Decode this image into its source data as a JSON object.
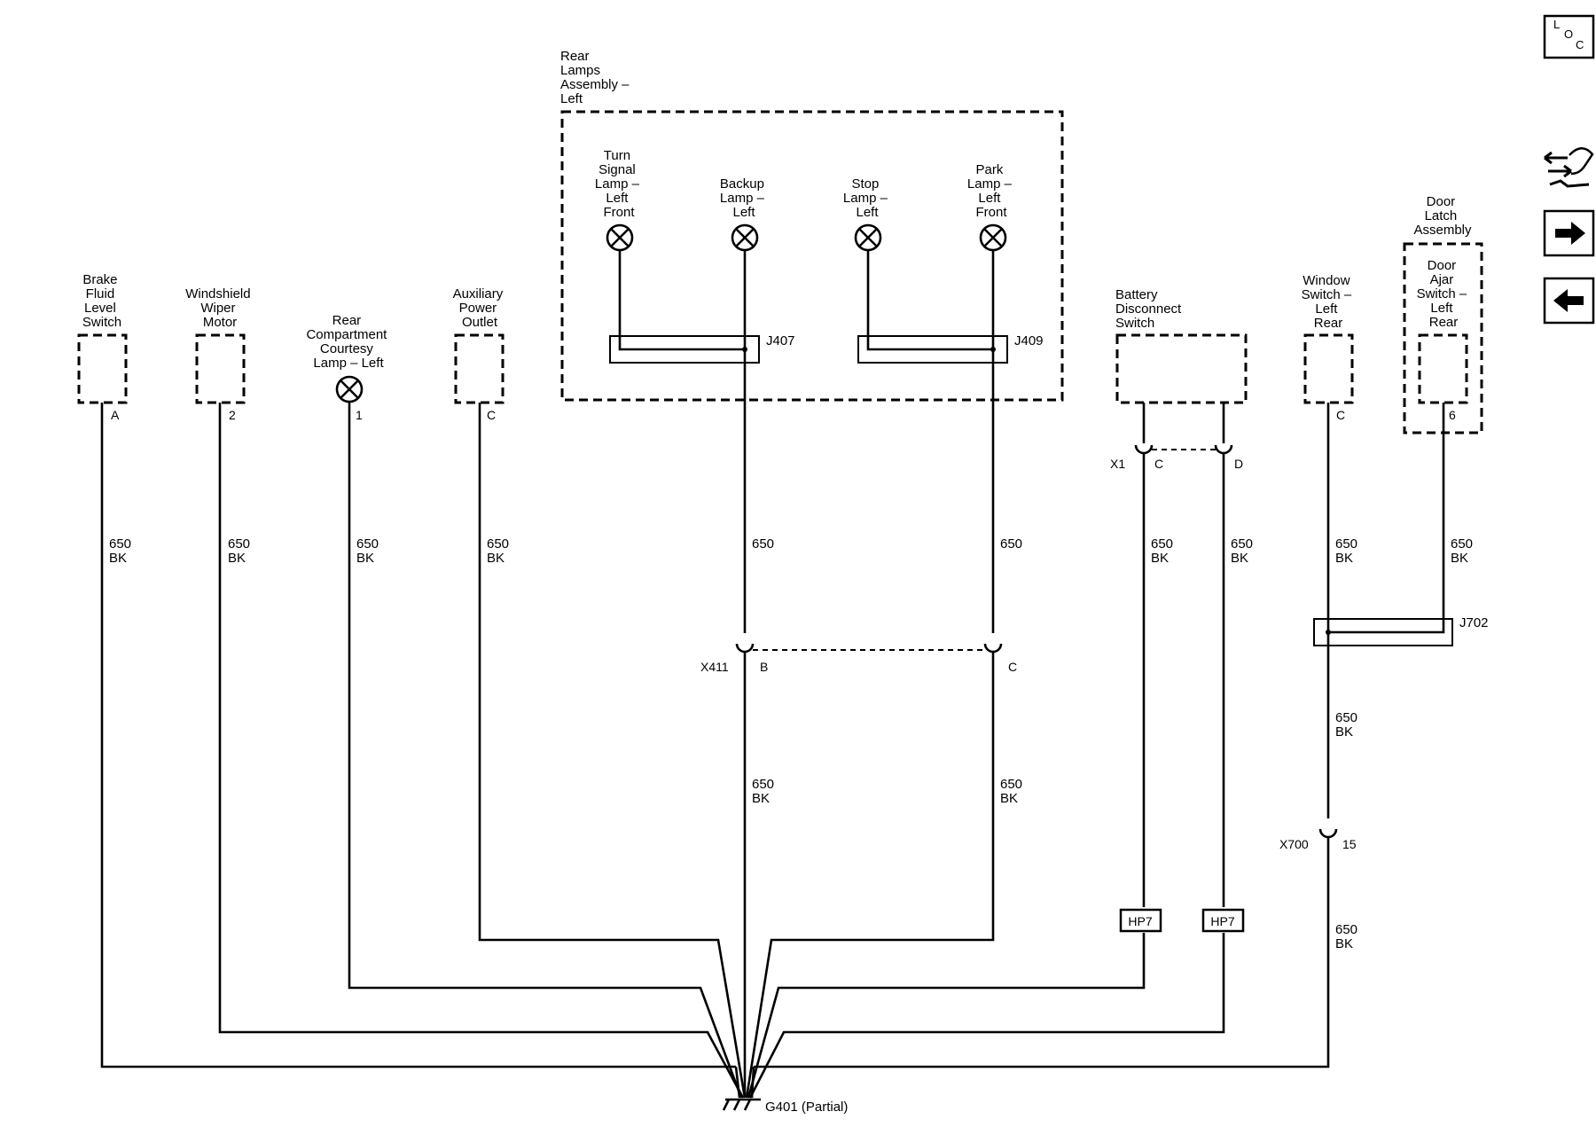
{
  "components": {
    "rear_lamps_assembly": [
      "Rear",
      "Lamps",
      "Assembly –",
      "Left"
    ],
    "turn_signal_lamp": [
      "Turn",
      "Signal",
      "Lamp –",
      "Left",
      "Front"
    ],
    "backup_lamp": [
      "Backup",
      "Lamp –",
      "Left"
    ],
    "stop_lamp": [
      "Stop",
      "Lamp –",
      "Left"
    ],
    "park_lamp": [
      "Park",
      "Lamp –",
      "Left",
      "Front"
    ],
    "brake_fluid_switch": [
      "Brake",
      "Fluid",
      "Level",
      "Switch"
    ],
    "windshield_wiper_motor": [
      "Windshield",
      "Wiper",
      "Motor"
    ],
    "rear_courtesy_lamp": [
      "Rear",
      "Compartment",
      "Courtesy",
      "Lamp – Left"
    ],
    "aux_power_outlet": [
      "Auxiliary",
      "Power",
      "Outlet"
    ],
    "battery_disconnect_switch": [
      "Battery",
      "Disconnect",
      "Switch"
    ],
    "window_switch": [
      "Window",
      "Switch –",
      "Left",
      "Rear"
    ],
    "door_latch_assembly": [
      "Door",
      "Latch",
      "Assembly"
    ],
    "door_ajar_switch": [
      "Door",
      "Ajar",
      "Switch –",
      "Left",
      "Rear"
    ]
  },
  "splices": {
    "j407": "J407",
    "j409": "J409",
    "j702": "J702"
  },
  "connectors": {
    "x411": "X411",
    "x411_b": "B",
    "x411_c": "C",
    "x1": "X1",
    "x1_c": "C",
    "x1_d": "D",
    "x700": "X700",
    "x700_15": "15"
  },
  "pins": {
    "brake": "A",
    "wiper": "2",
    "courtesy": "1",
    "aux": "C",
    "window": "C",
    "door_ajar": "6"
  },
  "wires": {
    "circuit": "650",
    "color": "BK"
  },
  "passthroughs": {
    "hp7_left": "HP7",
    "hp7_right": "HP7"
  },
  "ground": "G401 (Partial)",
  "nav": {
    "loc_label": [
      "L",
      "O",
      "C"
    ],
    "icons": [
      "loc-icon",
      "connector-info-icon",
      "next-arrow-icon",
      "prev-arrow-icon"
    ]
  }
}
